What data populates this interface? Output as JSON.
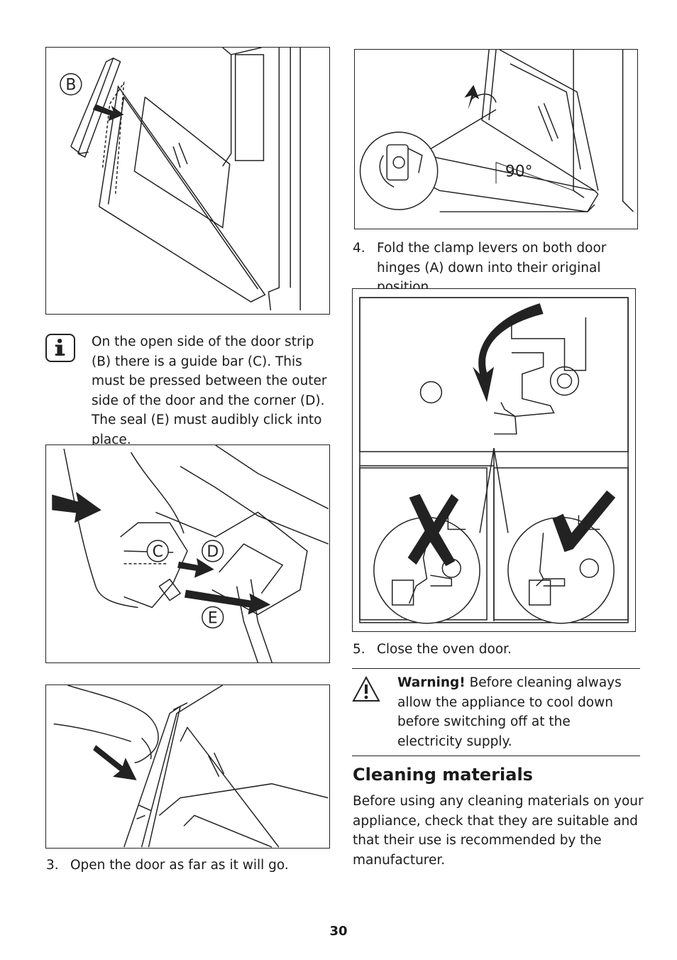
{
  "figures": {
    "fig_b_label": "B",
    "fig_cde_labels": [
      "C",
      "D",
      "E"
    ],
    "fig_angle_label": "90°"
  },
  "info": {
    "icon": "info-icon",
    "text": "On the open side of the door strip (B) there is a guide bar (C). This must be pressed between the outer side of the door and the corner (D). The seal (E) must audibly click into place."
  },
  "steps": [
    {
      "num": "3.",
      "text": "Open the door as far as it will go."
    },
    {
      "num": "4.",
      "text": "Fold the clamp levers on both door hinges (A) down into their original position."
    },
    {
      "num": "5.",
      "text": "Close the oven door."
    }
  ],
  "warning": {
    "icon": "warning-triangle-icon",
    "label": "Warning!",
    "text": " Before cleaning always allow the appliance to cool down before switching off at the electricity supply."
  },
  "cleaning": {
    "heading": "Cleaning materials",
    "text": "Before using any cleaning materials on your appliance, check that they are suitable and that their use is recommended by the manufacturer."
  },
  "page_number": "30"
}
